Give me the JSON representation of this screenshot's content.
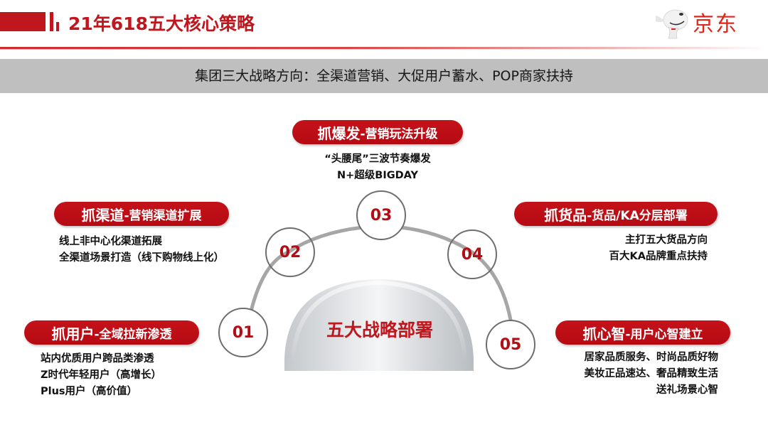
{
  "header": {
    "title": "21年618五大核心策略",
    "accent_color": "#c0161e"
  },
  "logo": {
    "icon": "jd-dog-mascot-icon",
    "text": "京东",
    "color": "#e1251b"
  },
  "banner": {
    "text": "集团三大战略方向：全渠道营销、大促用户蓄水、POP商家扶持",
    "background": "#bfbfbf"
  },
  "center": {
    "label": "五大战略部署"
  },
  "steps": [
    {
      "number": "01",
      "pill_main": "抓用户",
      "pill_sub": "-全域拉新渗透",
      "lines": [
        "站内优质用户跨品类渗透",
        "Z时代年轻用户（高增长）",
        "Plus用户（高价值）"
      ]
    },
    {
      "number": "02",
      "pill_main": "抓渠道",
      "pill_sub": "-营销渠道扩展",
      "lines": [
        "线上非中心化渠道拓展",
        "全渠道场景打造（线下购物线上化）"
      ]
    },
    {
      "number": "03",
      "pill_main": "抓爆发",
      "pill_sub": "-营销玩法升级",
      "lines": [
        "“头腰尾”三波节奏爆发",
        "N+超级BIGDAY"
      ]
    },
    {
      "number": "04",
      "pill_main": "抓货品",
      "pill_sub": "-货品/KA分层部署",
      "lines": [
        "主打五大货品方向",
        "百大KA品牌重点扶持"
      ]
    },
    {
      "number": "05",
      "pill_main": "抓心智",
      "pill_sub": "-用户心智建立",
      "lines": [
        "居家品质服务、时尚品质好物",
        "美妆正品速达、奢品精致生活",
        "送礼场景心智"
      ]
    }
  ],
  "colors": {
    "pill": "#b80c14",
    "number_text": "#b40d14",
    "arc": "#a6a6a6",
    "circle_border": "#6e6e6e"
  }
}
